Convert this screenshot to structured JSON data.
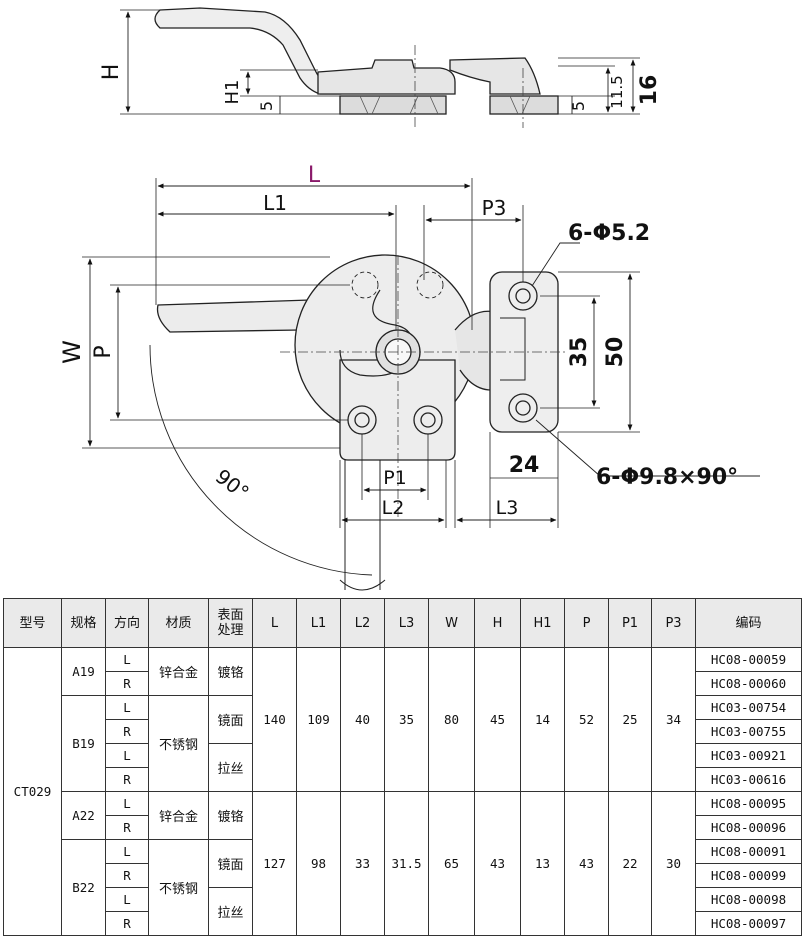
{
  "drawing": {
    "side_labels": {
      "H": "H",
      "H1": "H1",
      "dim5a": "5",
      "dim5b": "5",
      "dim11_5": "11.5",
      "dim16": "16"
    },
    "plan_labels": {
      "L": "L",
      "L1": "L1",
      "P3": "P3",
      "W": "W",
      "P": "P",
      "hole_small": "6-Φ5.2",
      "d35": "35",
      "d50": "50",
      "d24": "24",
      "angle": "90°",
      "P1": "P1",
      "L2": "L2",
      "L3": "L3",
      "hole_large": "6-Φ9.8×90°"
    },
    "colors": {
      "L_label": "#8a1a6a"
    }
  },
  "table": {
    "headers": [
      "型号",
      "规格",
      "方向",
      "材质",
      "表面\n处理",
      "L",
      "L1",
      "L2",
      "L3",
      "W",
      "H",
      "H1",
      "P",
      "P1",
      "P3",
      "编码"
    ],
    "model": "CT029",
    "groups": [
      {
        "spec": "A19",
        "variants": [
          {
            "material": "锌合金",
            "finish": "镀铬",
            "rows": [
              {
                "dir": "L",
                "code": "HC08-00059"
              },
              {
                "dir": "R",
                "code": "HC08-00060"
              }
            ]
          }
        ]
      },
      {
        "spec": "B19",
        "variants": [
          {
            "material": "不锈钢",
            "finish": "镜面",
            "rows": [
              {
                "dir": "L",
                "code": "HC03-00754"
              },
              {
                "dir": "R",
                "code": "HC03-00755"
              }
            ]
          },
          {
            "material": "",
            "finish": "拉丝",
            "rows": [
              {
                "dir": "L",
                "code": "HC03-00921"
              },
              {
                "dir": "R",
                "code": "HC03-00616"
              }
            ]
          }
        ]
      },
      {
        "spec": "A22",
        "variants": [
          {
            "material": "锌合金",
            "finish": "镀铬",
            "rows": [
              {
                "dir": "L",
                "code": "HC08-00095"
              },
              {
                "dir": "R",
                "code": "HC08-00096"
              }
            ]
          }
        ]
      },
      {
        "spec": "B22",
        "variants": [
          {
            "material": "不锈钢",
            "finish": "镜面",
            "rows": [
              {
                "dir": "L",
                "code": "HC08-00091"
              },
              {
                "dir": "R",
                "code": "HC08-00099"
              }
            ]
          },
          {
            "material": "",
            "finish": "拉丝",
            "rows": [
              {
                "dir": "L",
                "code": "HC08-00098"
              },
              {
                "dir": "R",
                "code": "HC08-00097"
              }
            ]
          }
        ]
      }
    ],
    "dims": [
      {
        "L": "140",
        "L1": "109",
        "L2": "40",
        "L3": "35",
        "W": "80",
        "H": "45",
        "H1": "14",
        "P": "52",
        "P1": "25",
        "P3": "34"
      },
      {
        "L": "127",
        "L1": "98",
        "L2": "33",
        "L3": "31.5",
        "W": "65",
        "H": "43",
        "H1": "13",
        "P": "43",
        "P1": "22",
        "P3": "30"
      }
    ]
  }
}
